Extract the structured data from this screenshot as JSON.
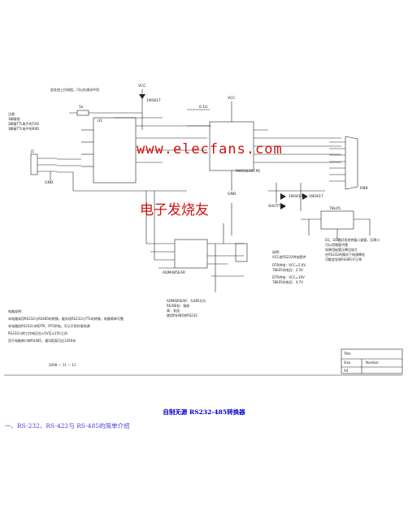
{
  "schematic": {
    "chip_u1": "U1",
    "chip_u2": "MAX3232CPE",
    "chip_u3": "ADM485EAR",
    "chip_u4": "78L05",
    "connector_db9": "DB9",
    "connector_j1": "J1",
    "diode1": "1N5817",
    "diode2": "1N5817",
    "diode3": "1N5817",
    "diode4": "SHOTTKY",
    "vcc_label": "VCC",
    "gnd_label": "GND",
    "r_label": "1k",
    "cap_label": "0.1U",
    "top_note": "此处加上拉电阻，可以在调试中用",
    "left_note": "注意：\n1脚接地\n2脚接TTL电平的TXD\n3脚接TTL电平的RXD",
    "right_note": "D1、D2最好用肖特基二极管，压降小\n可以用锗管代替\n如果用硅管压降比较大\n在RS232的情况下电源降低\n可能会导致RS485不正常",
    "mid_note": "说明：\nVCC由RS232供电提供",
    "power_note": "DTR供电：VCC=5.0V\n78E05的电压：2.5V\nDTR供电：VCC=10V\n78E05的电压：4.7V",
    "bottom_note": "ADM485EAR：为485芯片\nRE/DE低：接收\n高：发送\n使用RS485转RS232",
    "notes_title": "电路说明：",
    "notes_body": "本电路采用RS232与RS485的转换，能实现RS232与TTL的转换，电路简单可靠\n本电路由RS232口的DTR、RTS供电，可以不用外接电源\nRS232口的工作电压在±5V至±15V之间\n用于电脑串口转RS485，通讯距离可达1200米",
    "notes_date": "2008 — 11 — 11",
    "title_block": {
      "title": "Title",
      "size": "Size",
      "number": "Number",
      "sheet": "A4"
    }
  },
  "watermark": {
    "url": "www.elecfans.com",
    "site": "电子发烧友"
  },
  "heading": "自制无源 RS232-485转换器",
  "subheading": "一、RS-232、RS-422与 RS-485的简单介绍"
}
